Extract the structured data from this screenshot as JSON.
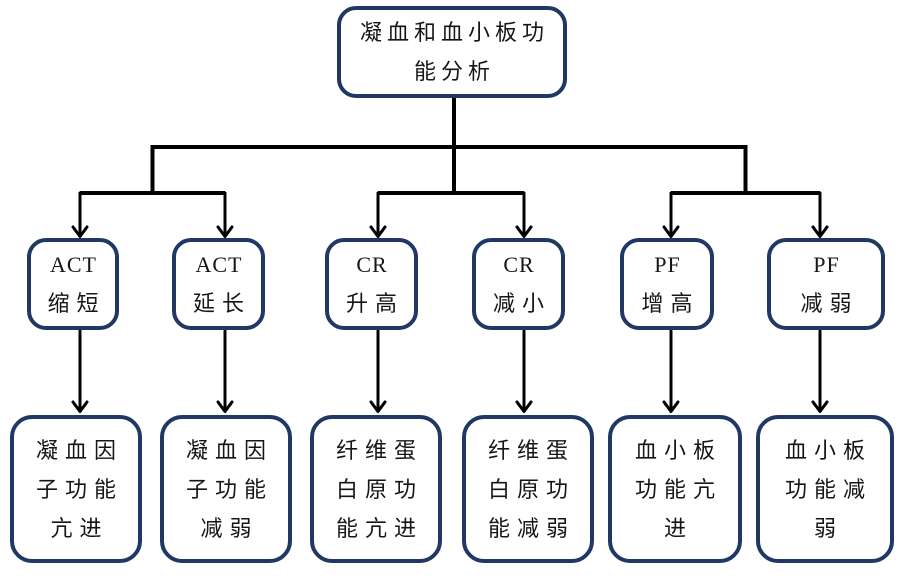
{
  "diagram": {
    "title": "凝血和血小板功能分析流程图",
    "colors": {
      "box_border": "#1F3864",
      "box_fill": "#FFFFFF",
      "connector": "#000000",
      "text": "#161616",
      "background": "#FFFFFF"
    },
    "root": {
      "text": "凝血和血小板功能分析",
      "lines": [
        "凝血和血小板功",
        "能分析"
      ]
    },
    "mid": [
      {
        "text": "ACT缩短",
        "lines": [
          "ACT",
          "缩短"
        ]
      },
      {
        "text": "ACT延长",
        "lines": [
          "ACT",
          "延长"
        ]
      },
      {
        "text": "CR升高",
        "lines": [
          "CR",
          "升高"
        ]
      },
      {
        "text": "CR减小",
        "lines": [
          "CR",
          "减小"
        ]
      },
      {
        "text": "PF增高",
        "lines": [
          "PF",
          "增高"
        ]
      },
      {
        "text": "PF减弱",
        "lines": [
          "PF",
          "减弱"
        ]
      }
    ],
    "bottom": [
      {
        "text": "凝血因子功能亢进",
        "lines": [
          "凝血因",
          "子功能",
          "亢进"
        ]
      },
      {
        "text": "凝血因子功能减弱",
        "lines": [
          "凝血因",
          "子功能",
          "减弱"
        ]
      },
      {
        "text": "纤维蛋白原功能亢进",
        "lines": [
          "纤维蛋",
          "白原功",
          "能亢进"
        ]
      },
      {
        "text": "纤维蛋白原功能减弱",
        "lines": [
          "纤维蛋",
          "白原功",
          "能减弱"
        ]
      },
      {
        "text": "血小板功能亢进",
        "lines": [
          "血小板",
          "功能亢",
          "进"
        ]
      },
      {
        "text": "血小板功能减弱",
        "lines": [
          "血小板",
          "功能减",
          "弱"
        ]
      }
    ]
  }
}
